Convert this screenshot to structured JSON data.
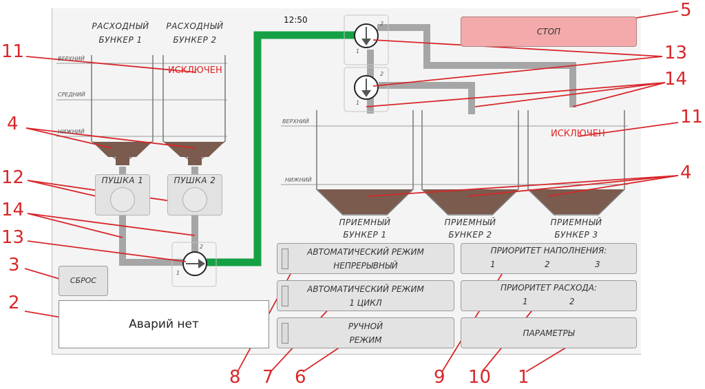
{
  "time": "12:50",
  "stop_button": {
    "label": "СТОП"
  },
  "reset_button": {
    "label": "СБРОС"
  },
  "alarm_display": {
    "text": "Аварий нет"
  },
  "supply_bunkers": [
    {
      "title_line1": "РАСХОДНЫЙ",
      "title_line2": "БУНКЕР 1"
    },
    {
      "title_line1": "РАСХОДНЫЙ",
      "title_line2": "БУНКЕР 2",
      "status": "ИСКЛЮЧЕН"
    }
  ],
  "supply_levels": {
    "upper": "ВЕРХНИЙ",
    "middle": "СРЕДНИЙ",
    "lower": "НИЖНИЙ"
  },
  "receiving_levels": {
    "upper": "ВЕРХНИЙ",
    "lower": "НИЖНИЙ"
  },
  "guns": [
    {
      "label": "ПУШКА 1"
    },
    {
      "label": "ПУШКА 2"
    }
  ],
  "receiving_bunkers": [
    {
      "title_line1": "ПРИЕМНЫЙ",
      "title_line2": "БУНКЕР 1"
    },
    {
      "title_line1": "ПРИЕМНЫЙ",
      "title_line2": "БУНКЕР 2"
    },
    {
      "title_line1": "ПРИЕМНЫЙ",
      "title_line2": "БУНКЕР 3",
      "status": "ИСКЛЮЧЕН"
    }
  ],
  "valve_ports": {
    "in": "1",
    "out": "2"
  },
  "mode_buttons": [
    {
      "line1": "АВТОМАТИЧЕСКИЙ РЕЖИМ",
      "line2": "НЕПРЕРЫВНЫЙ"
    },
    {
      "line1": "АВТОМАТИЧЕСКИЙ РЕЖИМ",
      "line2": "1 ЦИКЛ"
    },
    {
      "line1": "РУЧНОЙ",
      "line2": "РЕЖИМ"
    }
  ],
  "fill_priority": {
    "title": "ПРИОРИТЕТ НАПОЛНЕНИЯ:",
    "order": [
      "1",
      "2",
      "3"
    ]
  },
  "consumption_priority": {
    "title": "ПРИОРИТЕТ РАСХОДА:",
    "order": [
      "1",
      "2"
    ]
  },
  "params_button": {
    "label": "ПАРАМЕТРЫ"
  },
  "callouts": [
    "11",
    "4",
    "12",
    "14",
    "13",
    "3",
    "2",
    "5",
    "13",
    "14",
    "11",
    "4",
    "8",
    "7",
    "6",
    "9",
    "10",
    "1"
  ],
  "colors": {
    "material": "#7a5b4e",
    "pipe_active": "#16a045",
    "pipe_idle": "#a6a6a6",
    "stop_bg": "#f4aaab",
    "callout": "#d7272a",
    "status_excluded": "#e22222"
  }
}
